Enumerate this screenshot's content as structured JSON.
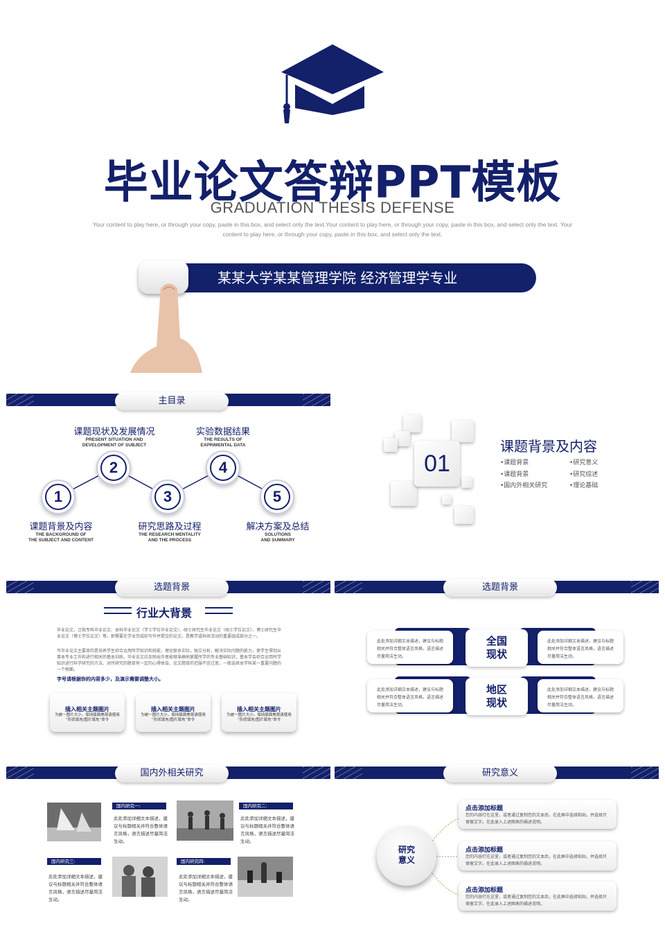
{
  "hero": {
    "title": "毕业论文答辩PPT模板",
    "subtitle": "GRADUATION THESIS DEFENSE",
    "desc": "Your content to play here, or through your copy, paste in this box, and select only the text.Your content to play here, or through your copy, paste in this box, and select only the text. Your content to play here, or through your copy, paste in this box, and select only the text.",
    "school": "某某大学某某管理学院 经济管理学专业"
  },
  "toc": {
    "heading": "主目录",
    "steps": [
      {
        "num": "1",
        "title": "课题背景及内容",
        "en1": "THE BACKGROUND OF",
        "en2": "THE SUBJECT AND CONTENT"
      },
      {
        "num": "2",
        "title": "课题现状及发展情况",
        "en1": "PRESENT SITUATION AND",
        "en2": "DEVELOPMENT OF SUBJECT"
      },
      {
        "num": "3",
        "title": "研究思路及过程",
        "en1": "THE RESEARCH MENTALITY",
        "en2": "AND THE PROCESS"
      },
      {
        "num": "4",
        "title": "实验数据结果",
        "en1": "THE RESULTS OF",
        "en2": "EXPRIMENTAL DATA"
      },
      {
        "num": "5",
        "title": "解决方案及总结",
        "en1": "SOLUTIONS",
        "en2": "AND SUMMARY"
      }
    ]
  },
  "section01": {
    "num": "01",
    "title": "课题背景及内容",
    "bullets": [
      "•课题背景",
      "•研究意义",
      "•课题背景",
      "•研究综述",
      "•国内外相关研究",
      "•理论基础"
    ]
  },
  "bg1": {
    "heading": "选题背景",
    "title": "行业大背景",
    "p1": "毕业论文，泛指专科毕业论文、本科毕业论文（学士学位毕业论文）、硕士研究生毕业论文（硕士学位论文）、博士研究生毕业论文（博士学位论文）等，即需要在学业完成前写作并提交的论文，是教学或科研活动的重要组成部分之一。",
    "p2": "写毕业论文主要目的是培养学生综合运用所学知识和技能，理论联系实际，独立分析，解决实际问题的能力，使学生得到从事本专业工作和进行相关的基本训练。毕业论文应反映出作者能够准确地掌握所学的专业基础知识，基本学会综合运用所学知识进行科学研究的方法，对所研究的题目有一定的心得体会，论文题目的范围不宜过宽，一般选择本学科某一重要问题的一个侧面。",
    "note": "字号请根据你的内容多少，及演示需要调整大小。",
    "cards": [
      {
        "t": "插入相关主题图片",
        "d1": "为统一图片大小，保持版面美观请使用",
        "d2": "“形状填充/图片填充”命令"
      },
      {
        "t": "插入相关主题图片",
        "d1": "为统一图片大小，保持版面美观请使用",
        "d2": "“形状填充/图片填充”命令"
      },
      {
        "t": "插入相关主题图片",
        "d1": "为统一图片大小，保持版面美观请使用",
        "d2": "“形状填充/图片填充”命令"
      }
    ]
  },
  "bg2": {
    "heading": "选题背景",
    "box": "此处添加详细文本描述，建议与标题相关并符合整体语言风格，语言描述尽量简洁生动。",
    "mid1": [
      "全国",
      "现状"
    ],
    "mid2": [
      "地区",
      "现状"
    ]
  },
  "research": {
    "heading": "国内外相关研究",
    "items": [
      {
        "label": "国内研究一:",
        "text": "此处添加详细文本描述，建议与标题相关并符合整体语言风格，语言描述尽量简洁生动。"
      },
      {
        "label": "国内研究二:",
        "text": "此处添加详细文本描述，建议与标题相关并符合整体语言风格，语言描述尽量简洁生动。"
      },
      {
        "label": "国内研究三:",
        "text": "此处添加详细文本描述，建议与标题相关并符合整体语言风格，语言描述尽量简洁生动。"
      },
      {
        "label": "国内研究四:",
        "text": "此处添加详细文本描述，建议与标题相关并符合整体语言风格，语言描述尽量简洁生动。"
      }
    ]
  },
  "significance": {
    "heading": "研究意义",
    "center": [
      "研究",
      "意义"
    ],
    "cards": [
      {
        "t": "点击添加标题",
        "d": "您的内容打在这里，或者通过复制您的文本后，在此框中选择粘贴，并选择只保留文字。在此录入上述图表的描述说明。"
      },
      {
        "t": "点击添加标题",
        "d": "您的内容打在这里，或者通过复制您的文本后，在此框中选择粘贴，并选择只保留文字。在此录入上述图表的描述说明。"
      },
      {
        "t": "点击添加标题",
        "d": "您的内容打在这里，或者通过复制您的文本后，在此框中选择粘贴，并选择只保留文字。在此录入上述图表的描述说明。"
      }
    ]
  },
  "colors": {
    "navy": "#13206a"
  }
}
